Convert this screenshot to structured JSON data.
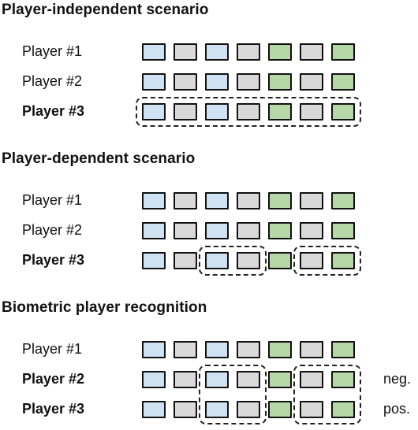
{
  "sections": [
    {
      "title": "Player-independent scenario",
      "rows": [
        {
          "label": "Player #1",
          "bold": false,
          "colors": [
            "b",
            "g",
            "b",
            "g",
            "n",
            "g",
            "n"
          ],
          "side": ""
        },
        {
          "label": "Player #2",
          "bold": false,
          "colors": [
            "b",
            "g",
            "b",
            "g",
            "n",
            "g",
            "n"
          ],
          "side": ""
        },
        {
          "label": "Player #3",
          "bold": true,
          "colors": [
            "b",
            "g",
            "b",
            "g",
            "n",
            "g",
            "n"
          ],
          "side": ""
        }
      ],
      "groups": [
        {
          "cols": [
            0,
            6
          ],
          "rows": [
            2,
            2
          ]
        }
      ]
    },
    {
      "title": "Player-dependent scenario",
      "rows": [
        {
          "label": "Player #1",
          "bold": false,
          "colors": [
            "b",
            "g",
            "b",
            "g",
            "n",
            "g",
            "n"
          ],
          "side": ""
        },
        {
          "label": "Player #2",
          "bold": false,
          "colors": [
            "b",
            "g",
            "b",
            "g",
            "n",
            "g",
            "n"
          ],
          "side": ""
        },
        {
          "label": "Player #3",
          "bold": true,
          "colors": [
            "b",
            "g",
            "b",
            "g",
            "n",
            "g",
            "n"
          ],
          "side": ""
        }
      ],
      "groups": [
        {
          "cols": [
            2,
            3
          ],
          "rows": [
            2,
            2
          ]
        },
        {
          "cols": [
            5,
            6
          ],
          "rows": [
            2,
            2
          ]
        }
      ]
    },
    {
      "title": "Biometric player recognition",
      "rows": [
        {
          "label": "Player #1",
          "bold": false,
          "colors": [
            "b",
            "g",
            "b",
            "g",
            "n",
            "g",
            "n"
          ],
          "side": ""
        },
        {
          "label": "Player #2",
          "bold": true,
          "colors": [
            "b",
            "g",
            "b",
            "g",
            "n",
            "g",
            "n"
          ],
          "side": "neg."
        },
        {
          "label": "Player #3",
          "bold": true,
          "colors": [
            "b",
            "g",
            "b",
            "g",
            "n",
            "g",
            "n"
          ],
          "side": "pos."
        }
      ],
      "groups": [
        {
          "cols": [
            2,
            3
          ],
          "rows": [
            1,
            2
          ]
        },
        {
          "cols": [
            5,
            6
          ],
          "rows": [
            1,
            2
          ]
        }
      ]
    }
  ],
  "colors": {
    "b": "#cfe2f3",
    "g": "#d9d9d9",
    "n": "#b6d7a8",
    "border": "#111111"
  }
}
